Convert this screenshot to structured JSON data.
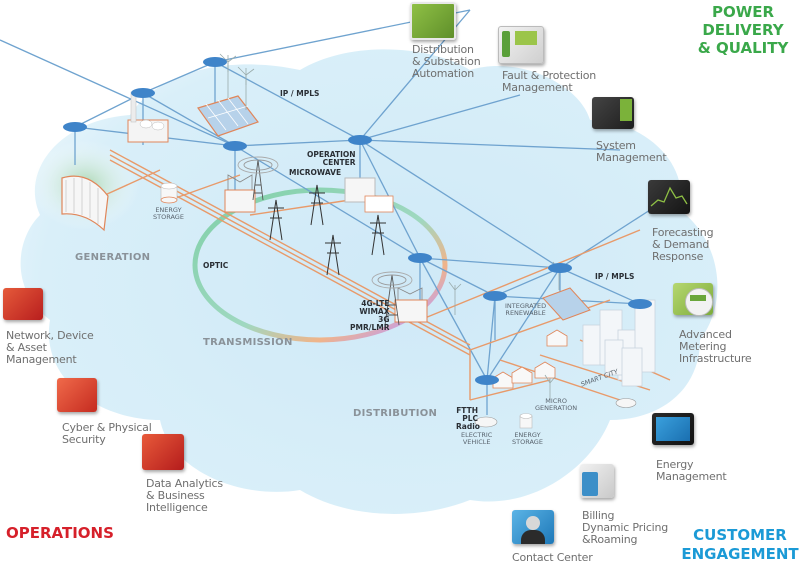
{
  "categories": {
    "power_delivery": {
      "label": "POWER\nDELIVERY\n& QUALITY",
      "color": "#3aa84a"
    },
    "operations": {
      "label": "OPERATIONS",
      "color": "#d6202a"
    },
    "customer_engagement": {
      "label": "CUSTOMER\nENGAGEMENT",
      "color": "#1b9ad6"
    }
  },
  "applications": {
    "power_delivery": [
      {
        "icon": "distribution-automation-icon",
        "label": "Distribution\n& Substation\nAutomation"
      },
      {
        "icon": "fault-protection-icon",
        "label": "Fault & Protection\nManagement"
      },
      {
        "icon": "system-management-icon",
        "label": "System\nManagement"
      },
      {
        "icon": "forecasting-chart-icon",
        "label": "Forecasting\n& Demand\nResponse"
      },
      {
        "icon": "smart-meter-icon",
        "label": "Advanced\nMetering\nInfrastructure"
      }
    ],
    "operations": [
      {
        "icon": "network-map-icon",
        "label": "Network, Device\n& Asset\nManagement"
      },
      {
        "icon": "security-camera-icon",
        "label": "Cyber & Physical\nSecurity"
      },
      {
        "icon": "analytics-dashboard-icon",
        "label": "Data Analytics\n& Business\nIntelligence"
      }
    ],
    "customer_engagement": [
      {
        "icon": "energy-tablet-icon",
        "label": "Energy\nManagement"
      },
      {
        "icon": "billing-icon",
        "label": "Billing\nDynamic Pricing\n&Roaming"
      },
      {
        "icon": "contact-agent-icon",
        "label": "Contact Center"
      }
    ]
  },
  "network": {
    "zones": [
      "GENERATION",
      "TRANSMISSION",
      "DISTRIBUTION"
    ],
    "technologies": {
      "ip_mpls_top": "IP / MPLS",
      "ip_mpls_right": "IP / MPLS",
      "operation_center": "OPERATION\nCENTER",
      "microwave": "MICROWAVE",
      "optic": "OPTIC",
      "wireless": "4G-LTE\nWIMAX\n3G\nPMR/LMR",
      "ftth": "FTTH\nPLC\nRadio"
    },
    "assets": {
      "energy_storage_gen": "ENERGY\nSTORAGE",
      "integrated_renewable": "INTEGRATED\nRENEWABLE",
      "micro_generation": "MICRO\nGENERATION",
      "electric_vehicle": "ELECTRIC\nVEHICLE",
      "energy_storage_dist": "ENERGY\nSTORAGE",
      "smart_city": "SMART CITY"
    },
    "colors": {
      "cloud": "#d4ecf8",
      "cloud_edge": "#e9f5fb",
      "node": "#3f84c9",
      "link": "#6fa3cf",
      "power_line": "#e89a6a"
    }
  }
}
